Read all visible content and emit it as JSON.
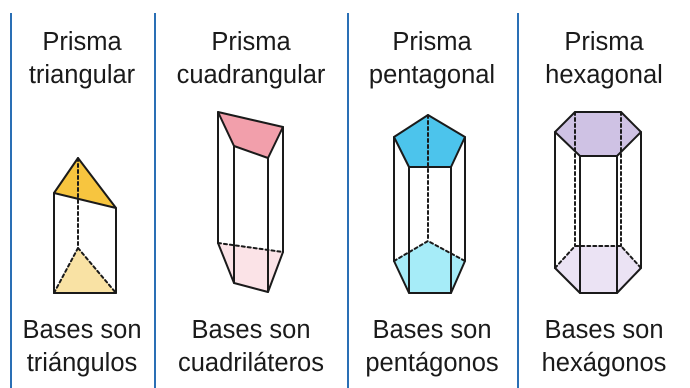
{
  "columns": [
    {
      "title_line1": "Prisma",
      "title_line2": "triangular",
      "caption_line1": "Bases son",
      "caption_line2": "triángulos",
      "top_color": "#f7c53f",
      "bottom_color": "#f9e2a4"
    },
    {
      "title_line1": "Prisma",
      "title_line2": "cuadrangular",
      "caption_line1": "Bases son",
      "caption_line2": "cuadriláteros",
      "top_color": "#f29fab",
      "bottom_color": "#fbe3e7"
    },
    {
      "title_line1": "Prisma",
      "title_line2": "pentagonal",
      "caption_line1": "Bases son",
      "caption_line2": "pentágonos",
      "top_color": "#4cc4ec",
      "bottom_color": "#a6ecf8"
    },
    {
      "title_line1": "Prisma",
      "title_line2": "hexagonal",
      "caption_line1": "Bases son",
      "caption_line2": "hexágonos",
      "top_color": "#cfc2e4",
      "bottom_color": "#ebe3f4"
    }
  ],
  "divider_color": "#2a6fb5"
}
